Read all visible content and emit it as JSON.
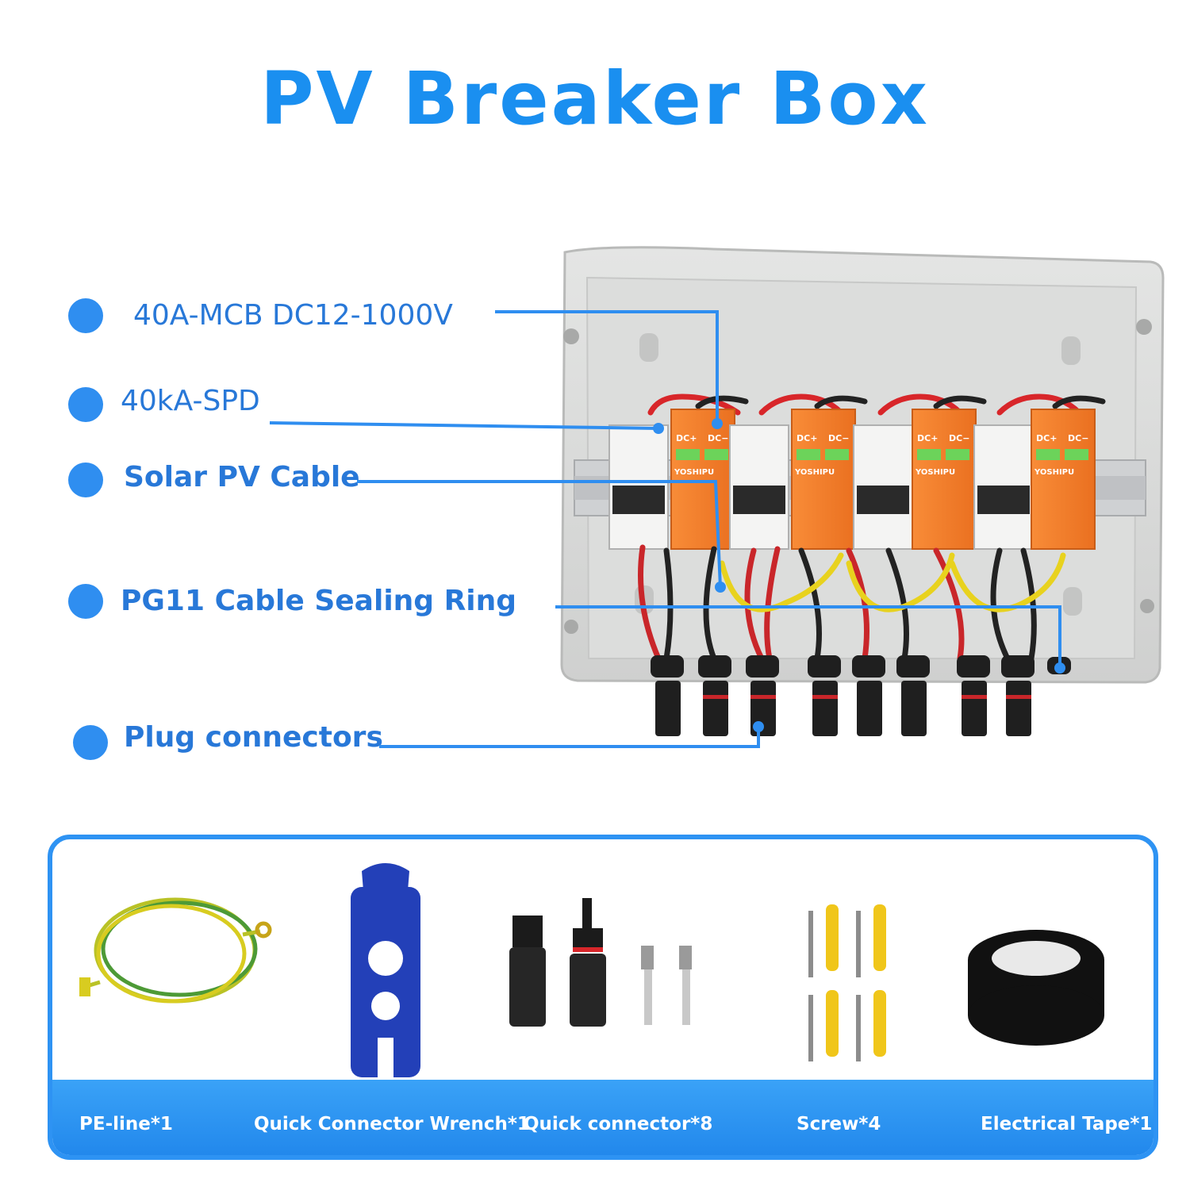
{
  "title": "PV Breaker Box",
  "callouts": [
    {
      "label": "40A-MCB DC12-1000V"
    },
    {
      "label": "40kA-SPD"
    },
    {
      "label": "Solar PV Cable"
    },
    {
      "label": "PG11 Cable Sealing Ring"
    },
    {
      "label": "Plug connectors"
    }
  ],
  "module_text": {
    "dc_plus": "DC+",
    "dc_minus": "DC−",
    "brand": "YOSHIPU"
  },
  "accessories": [
    {
      "label": "PE-line*1",
      "icon": "pe-line-icon"
    },
    {
      "label": "Quick Connector Wrench*1",
      "icon": "wrench-icon"
    },
    {
      "label": "Quick connector*8",
      "icon": "quick-connector-icon"
    },
    {
      "label": "Screw*4",
      "icon": "screw-icon"
    },
    {
      "label": "Electrical Tape*1",
      "icon": "tape-icon"
    }
  ],
  "colors": {
    "accent": "#1a8ff0",
    "frame": "#2e93f3",
    "spd": "#f5822a",
    "box": "#d8d9d8"
  }
}
